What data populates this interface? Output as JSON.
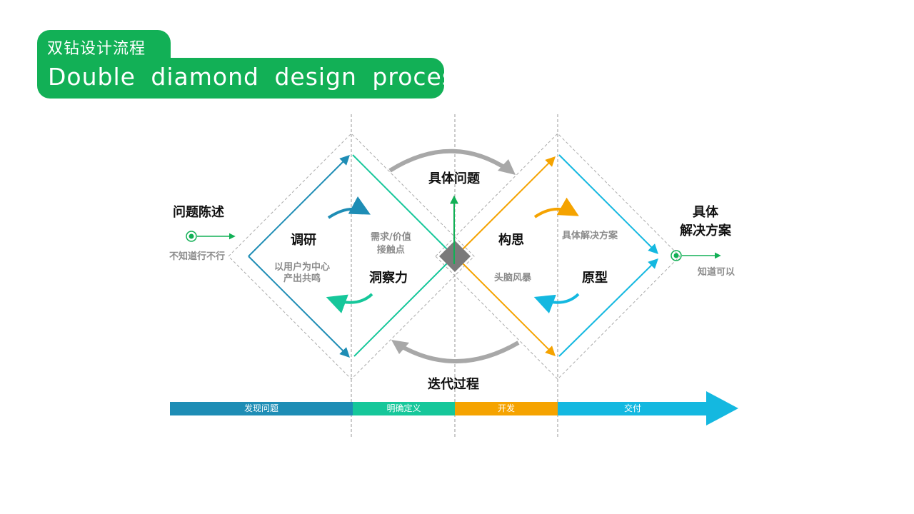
{
  "header": {
    "title_cn": "双钻设计流程",
    "title_en": "Double diamond design process"
  },
  "labels": {
    "problem_statement": "问题陈述",
    "dont_know": "不知道行不行",
    "research": "调研",
    "user_centered": "以用户为中心\n产出共鸣",
    "needs_value": "需求/价值\n接触点",
    "insight": "洞察力",
    "specific_problem": "具体问题",
    "ideation": "构思",
    "specific_solution_small": "具体解决方案",
    "brainstorm": "头脑风暴",
    "prototype": "原型",
    "specific_solution": "具体\n解决方案",
    "know_ok": "知道可以",
    "iteration": "迭代过程"
  },
  "phases": [
    "发现问题",
    "明确定义",
    "开发",
    "交付"
  ],
  "colors": {
    "brand_green": "#12b056",
    "discover_blue": "#1e8db5",
    "define_green": "#16c79a",
    "develop_orange": "#f5a300",
    "deliver_cyan": "#14b8e0",
    "gray": "#9e9e9e"
  }
}
